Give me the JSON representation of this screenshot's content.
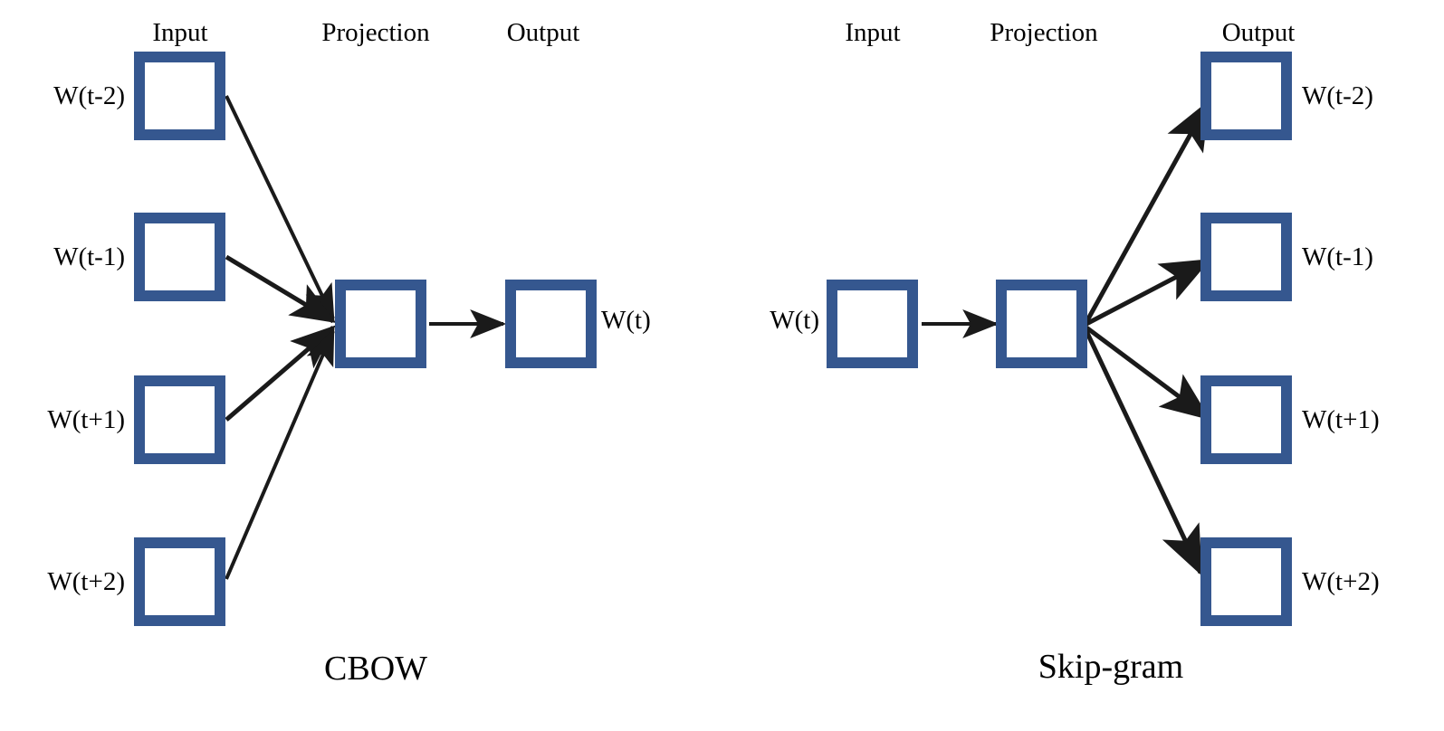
{
  "figure": {
    "background_color": "#ffffff",
    "box_border_color": "#35578f",
    "box_fill_color": "#ffffff",
    "arrow_color": "#1a1a1a",
    "text_color": "#000000"
  },
  "cbow": {
    "title": "CBOW",
    "headers": {
      "input": "Input",
      "projection": "Projection",
      "output": "Output"
    },
    "input_labels": [
      "W(t-2)",
      "W(t-1)",
      "W(t+1)",
      "W(t+2)"
    ],
    "output_label": "W(t)"
  },
  "skipgram": {
    "title": "Skip-gram",
    "headers": {
      "input": "Input",
      "projection": "Projection",
      "output": "Output"
    },
    "input_label": "W(t)",
    "output_labels": [
      "W(t-2)",
      "W(t-1)",
      "W(t+1)",
      "W(t+2)"
    ]
  }
}
